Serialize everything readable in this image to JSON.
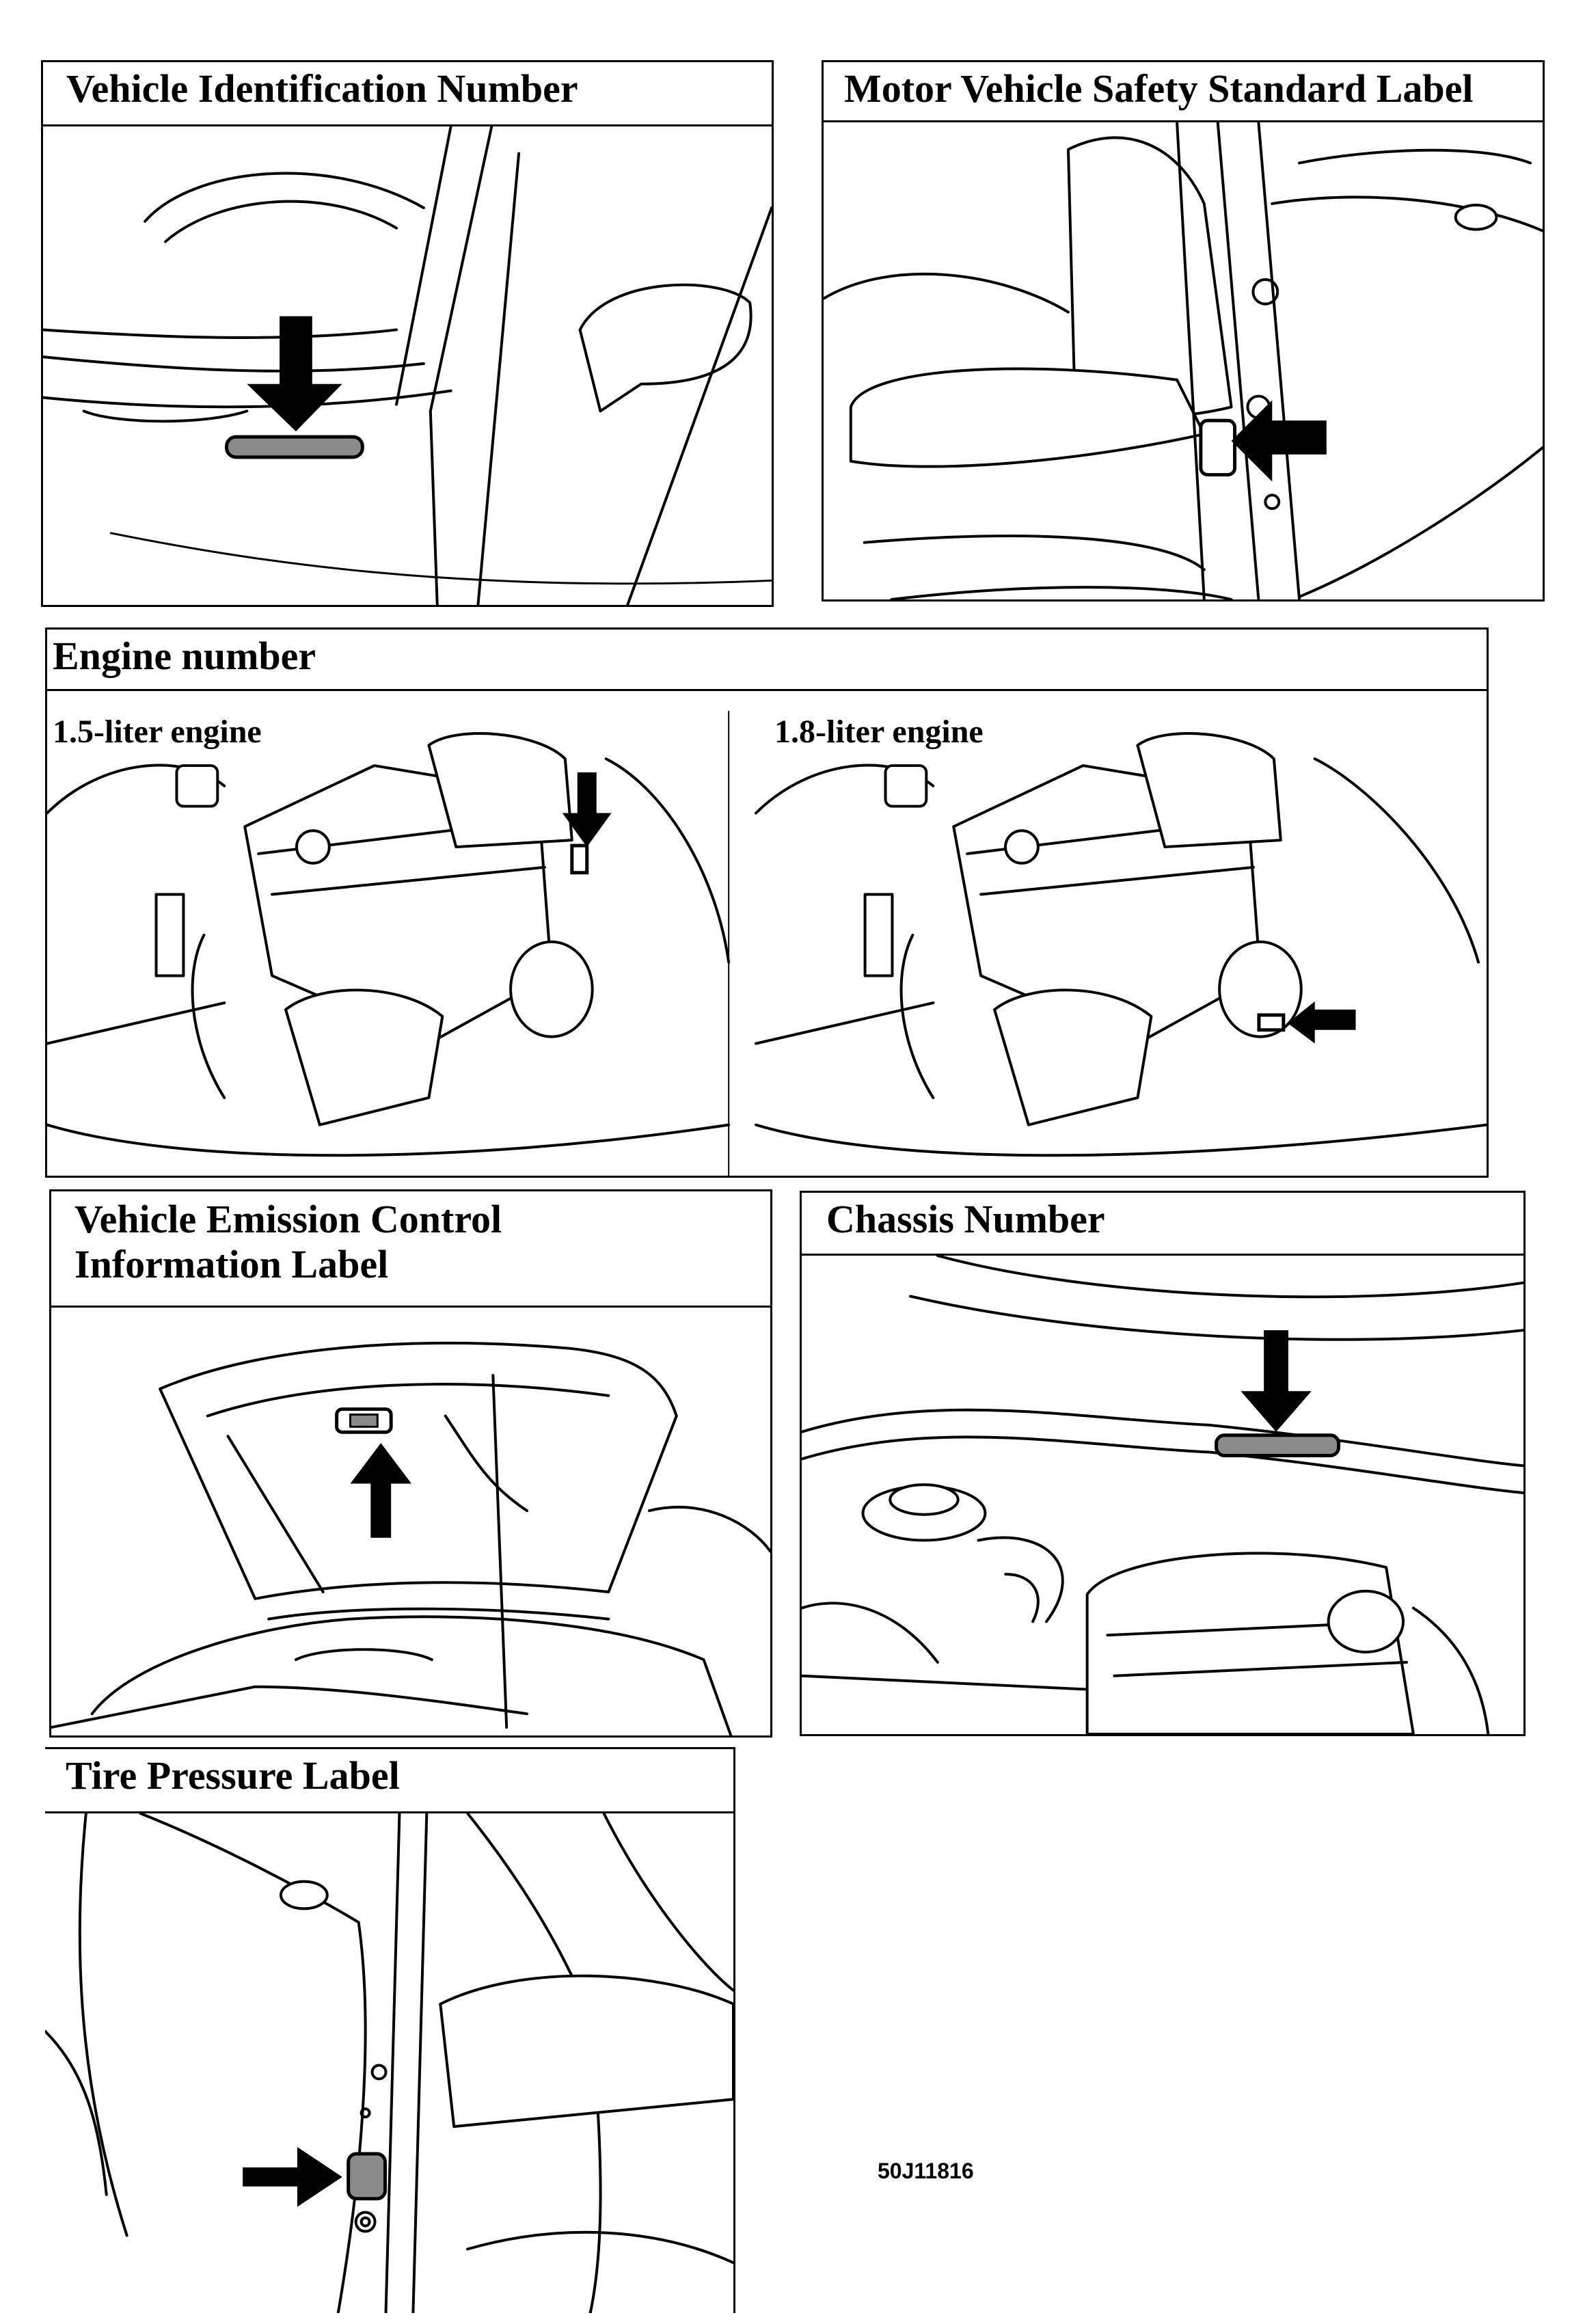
{
  "panels": {
    "vin": {
      "title": "Vehicle Identification Number"
    },
    "mvss": {
      "title": "Motor Vehicle Safety Standard Label"
    },
    "engine": {
      "title": "Engine number",
      "left_label": "1.5-liter engine",
      "right_label": "1.8-liter engine"
    },
    "emission": {
      "title_line1": "Vehicle Emission Control",
      "title_line2": "Information Label"
    },
    "chassis": {
      "title": "Chassis Number"
    },
    "tire": {
      "title": "Tire Pressure Label"
    }
  },
  "figure_code": "50J11816",
  "icons": {
    "arrow": "black-pointer-arrow-icon",
    "label": "id-plate-icon"
  },
  "colors": {
    "line": "#000000",
    "background": "#ffffff",
    "plate_fill": "#8a8a8a"
  }
}
